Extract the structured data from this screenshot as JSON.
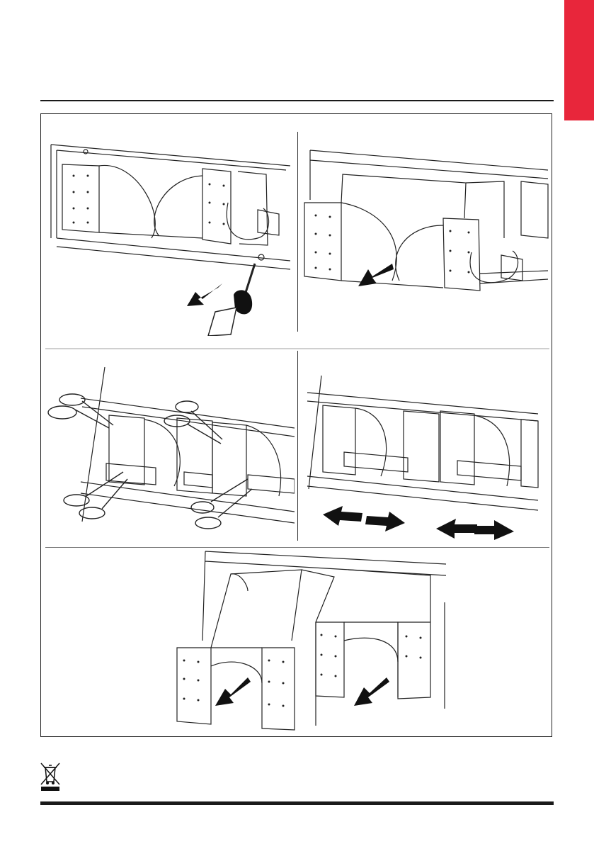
{
  "page": {
    "accent_color": "#e8263b",
    "rule_color": "#1a1a1a"
  },
  "steps": [
    {
      "id": "step-1",
      "description_icon": "screwdriver-icon",
      "arrow": "arrow-icon"
    },
    {
      "id": "step-2",
      "description_icon": "battery-tray-icon",
      "arrow": "arrow-icon"
    },
    {
      "id": "step-3",
      "description_icon": "scissors-icon"
    },
    {
      "id": "step-4",
      "description_icon": "double-arrow-icon"
    },
    {
      "id": "step-5",
      "description_icon": "battery-pack-icon",
      "arrow": "arrow-icon"
    }
  ],
  "footer": {
    "icon": "weee-crossed-bin-icon"
  }
}
